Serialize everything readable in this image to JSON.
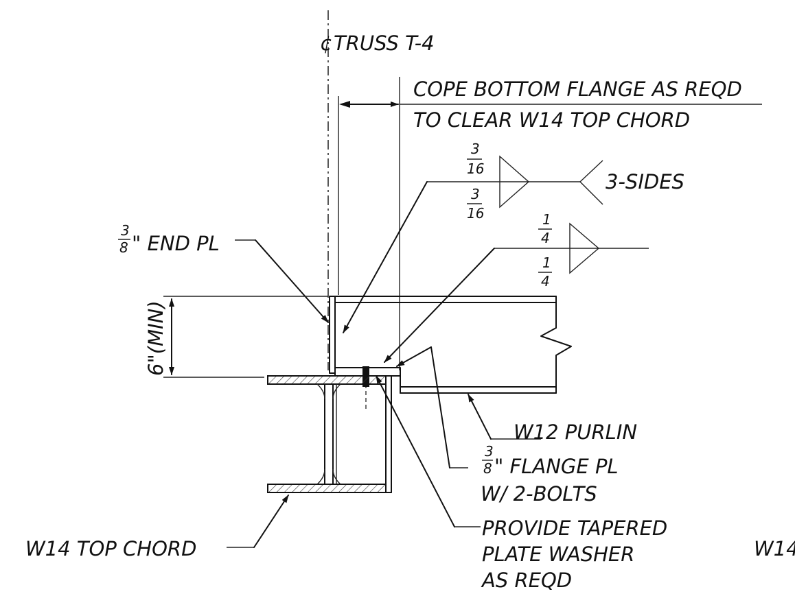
{
  "labels": {
    "centerline_symbol": "¢",
    "centerline": "TRUSS T-4",
    "cope_line1": "COPE BOTTOM FLANGE AS REQD",
    "cope_line2": "TO CLEAR W14 TOP CHORD",
    "three_sides": "3-SIDES",
    "end_pl_num": "3",
    "end_pl_den": "8",
    "end_pl": "\" END PL",
    "min_dim": "6\"(MIN)",
    "purlin": "W12 PURLIN",
    "flange_pl_num": "3",
    "flange_pl_den": "8",
    "flange_pl": "\" FLANGE PL",
    "bolts": "W/ 2-BOLTS",
    "washer_line1": "PROVIDE TAPERED",
    "washer_line2": "PLATE WASHER",
    "washer_line3": "AS REQD",
    "top_chord": "W14 TOP CHORD",
    "cut_off": "W14"
  },
  "welds": {
    "upper_top_num": "3",
    "upper_top_den": "16",
    "upper_bot_num": "3",
    "upper_bot_den": "16",
    "lower_top_num": "1",
    "lower_top_den": "4",
    "lower_bot_num": "1",
    "lower_bot_den": "4"
  }
}
